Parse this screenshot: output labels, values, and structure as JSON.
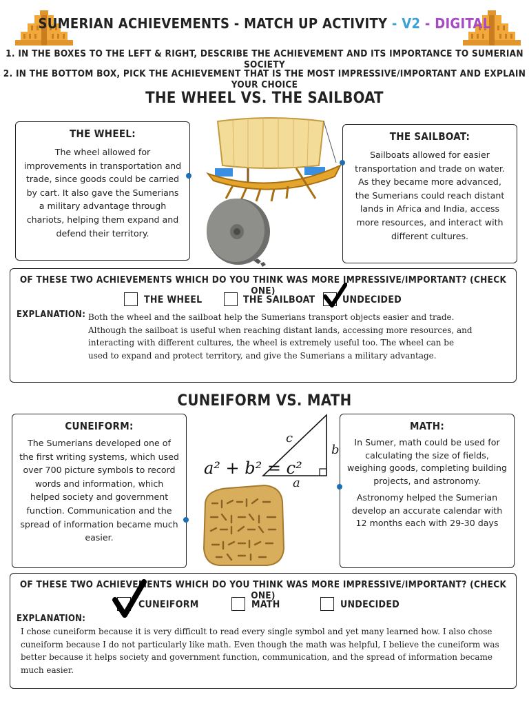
{
  "header": {
    "title_main": "SUMERIAN ACHIEVEMENTS - MATCH UP ACTIVITY",
    "title_sep1": " - ",
    "title_v2": "V2",
    "title_sep2": " - ",
    "title_digital": "DIGITAL",
    "instruction_1": "1. IN THE BOXES TO THE LEFT & RIGHT, DESCRIBE THE ACHIEVEMENT AND ITS IMPORTANCE TO SUMERIAN SOCIETY",
    "instruction_2": "2. IN THE BOTTOM BOX, PICK THE ACHIEVEMENT THAT IS THE MOST IMPRESSIVE/IMPORTANT AND EXPLAIN YOUR CHOICE",
    "colors": {
      "v2": "#3aa0d8",
      "digital": "#a64bc5"
    }
  },
  "section1": {
    "title": "THE WHEEL VS. THE SAILBOAT",
    "left_card": {
      "heading": "THE WHEEL:",
      "text": "The wheel allowed for improvements in transportation and trade, since goods could be carried by cart.  It also gave the Sumerians a military advantage through chariots, helping them expand and defend their territory."
    },
    "right_card": {
      "heading": "THE SAILBOAT:",
      "text": "Sailboats allowed for easier transportation and trade on water.  As they became more advanced, the Sumerians could reach distant lands in Africa and India, access more resources, and interact with different cultures."
    },
    "question": "OF THESE TWO ACHIEVEMENTS WHICH DO YOU THINK WAS MORE IMPRESSIVE/IMPORTANT? (CHECK ONE)",
    "options": [
      {
        "label": "THE WHEEL",
        "checked": false
      },
      {
        "label": "THE SAILBOAT",
        "checked": false
      },
      {
        "label": "UNDECIDED",
        "checked": true
      }
    ],
    "explanation_label": "EXPLANATION:",
    "explanation": "Both the wheel and the sailboat help the Sumerians transport objects easier and trade. Although the sailboat is useful when reaching distant lands, accessing more resources, and interacting with different cultures, the wheel is extremely useful too. The wheel can be used to expand and protect territory, and give the Sumerians a military advantage."
  },
  "section2": {
    "title": "CUNEIFORM VS. MATH",
    "left_card": {
      "heading": "CUNEIFORM:",
      "text": "The Sumerians developed one of the first writing systems, which used over 700 picture symbols to record words and information, which helped society and government function.  Communication and the spread of information became much easier."
    },
    "right_card": {
      "heading": "MATH:",
      "text": "In Sumer, math could be used for calculating the size of fields, weighing goods, completing building projects, and astronomy.",
      "text2": "Astronomy helped the Sumerian develop an accurate calendar with 12 months each with 29-30 days"
    },
    "formula": "a² + b² = c²",
    "triangle_labels": {
      "a": "a",
      "b": "b",
      "c": "c"
    },
    "question": "OF THESE TWO ACHIEVEMENTS WHICH DO YOU THINK WAS MORE IMPRESSIVE/IMPORTANT? (CHECK ONE)",
    "options": [
      {
        "label": "CUNEIFORM",
        "checked": true
      },
      {
        "label": "MATH",
        "checked": false
      },
      {
        "label": "UNDECIDED",
        "checked": false
      }
    ],
    "explanation_label": "EXPLANATION:",
    "explanation": "I chose cuneiform because it is very difficult to read every single symbol and yet many learned how. I also chose cuneiform because I do not particularly like math. Even though the math was helpful, I believe the cuneiform was better because it helps society and government function, communication, and the spread of information became much easier."
  },
  "icons": {
    "ziggurat": "ziggurat-icon",
    "check": "check-mark-icon",
    "sailboat": "sailboat-illustration",
    "wheel": "stone-wheel-illustration",
    "tablet": "cuneiform-tablet-illustration",
    "triangle": "right-triangle-illustration"
  },
  "accent": "#1d6fb5"
}
